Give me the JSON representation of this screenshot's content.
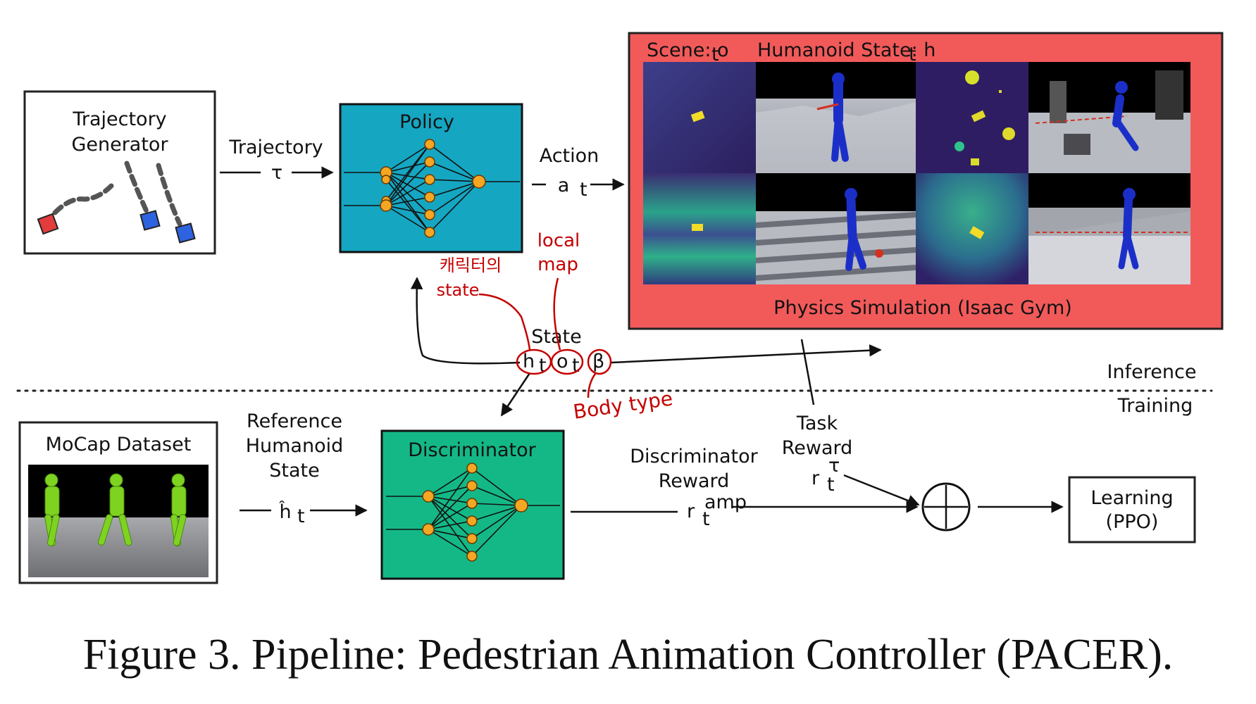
{
  "trajectory_generator": {
    "title_line1": "Trajectory",
    "title_line2": "Generator"
  },
  "trajectory_arrow": {
    "label": "Trajectory",
    "symbol": "τ"
  },
  "policy": {
    "title": "Policy"
  },
  "action_arrow": {
    "label": "Action",
    "symbol": "a",
    "subscript": "t"
  },
  "simulation": {
    "scene_label": "Scene: o",
    "scene_sub": "t",
    "humanoid_label": "Humanoid State: h",
    "humanoid_sub": "t",
    "title": "Physics Simulation (Isaac Gym)"
  },
  "state": {
    "label": "State",
    "h": "h",
    "h_sub": "t",
    "o": "o",
    "o_sub": "t",
    "beta": "β"
  },
  "annotations": {
    "character_state_line1": "캐릭터의",
    "character_state_line2": "state",
    "local_map_line1": "local",
    "local_map_line2": "map",
    "body_type": "Body type"
  },
  "split": {
    "inference": "Inference",
    "training": "Training"
  },
  "mocap": {
    "title": "MoCap Dataset"
  },
  "reference_arrow": {
    "line1": "Reference",
    "line2": "Humanoid",
    "line3": "State",
    "symbol": "ĥ",
    "subscript": "t"
  },
  "discriminator": {
    "title": "Discriminator"
  },
  "discriminator_reward": {
    "line1": "Discriminator",
    "line2": "Reward",
    "symbol": "r",
    "subscript": "t",
    "superscript": "amp"
  },
  "task_reward": {
    "line1": "Task",
    "line2": "Reward",
    "symbol": "r",
    "subscript": "t",
    "superscript": "τ"
  },
  "sum_node": {
    "symbol": "+"
  },
  "learning": {
    "line1": "Learning",
    "line2": "(PPO)"
  },
  "caption": "Figure 3. Pipeline: Pedestrian Animation Controller (PACER).",
  "colors": {
    "policy_fill": "#15a6c2",
    "discriminator_fill": "#14b886",
    "simulation_fill": "#f25a5a",
    "annotation_red": "#c40000",
    "node_orange": "#f5a623",
    "goal_red": "#e23c3c",
    "goal_blue": "#2e63e0"
  }
}
